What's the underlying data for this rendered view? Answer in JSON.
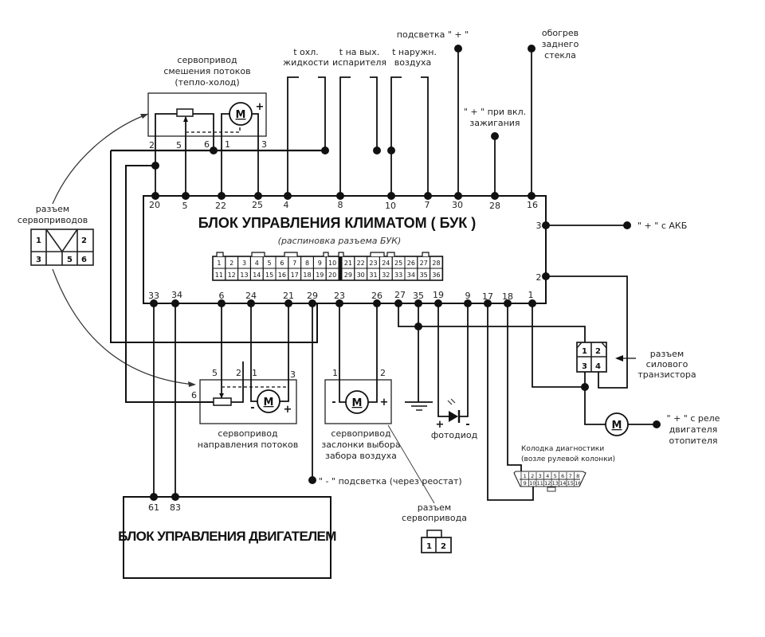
{
  "diagram": {
    "climate_unit": {
      "title": "БЛОК УПРАВЛЕНИЯ КЛИМАТОМ  ( БУК )",
      "subtitle": "(распиновка разъема БУК)",
      "top_pins": [
        "20",
        "5",
        "22",
        "25",
        "4",
        "8",
        "10",
        "7",
        "30",
        "28",
        "16"
      ],
      "right_pins": [
        "3",
        "2"
      ],
      "bottom_pins": [
        "33",
        "34",
        "6",
        "24",
        "21",
        "29",
        "23",
        "26",
        "27",
        "35",
        "19",
        "9",
        "17",
        "18",
        "1"
      ],
      "connector_row1": [
        "1",
        "2",
        "3",
        "4",
        "5",
        "6",
        "7",
        "8",
        "9",
        "10",
        "21",
        "22",
        "23",
        "24",
        "25",
        "26",
        "27",
        "28"
      ],
      "connector_row2": [
        "11",
        "12",
        "13",
        "14",
        "15",
        "16",
        "17",
        "18",
        "19",
        "20",
        "29",
        "30",
        "31",
        "32",
        "33",
        "34",
        "35",
        "36"
      ]
    },
    "mix_servo": {
      "label_lines": [
        "сервопривод",
        "смешения потоков",
        "(тепло-холод)"
      ],
      "pins": [
        "2",
        "5",
        "6",
        "1",
        "3"
      ],
      "motor": "М",
      "plus": "+"
    },
    "sensors": [
      {
        "lines": [
          "t охл.",
          "жидкости"
        ]
      },
      {
        "lines": [
          "t на вых.",
          "испарителя"
        ]
      },
      {
        "lines": [
          "t наружн.",
          "воздуха"
        ]
      }
    ],
    "backlight_plus": "подсветка \" + \"",
    "ignition_plus": [
      "\" + \" при вкл.",
      "зажигания"
    ],
    "rear_defrost": [
      "обогрев",
      "заднего",
      "стекла"
    ],
    "battery_plus": "\" + \" с АКБ",
    "servo_connector": {
      "label_lines": [
        "разъем",
        "сервоприводов"
      ],
      "pins": [
        "1",
        "2",
        "3",
        "5",
        "6"
      ]
    },
    "direction_servo": {
      "label_lines": [
        "сервопривод",
        "направления потоков"
      ],
      "pins": [
        "5",
        "2",
        "1",
        "3",
        "6"
      ],
      "motor": "М",
      "minus": "-",
      "plus": "+"
    },
    "intake_servo": {
      "label_lines": [
        "сервопривод",
        "заслонки выбора",
        "забора воздуха"
      ],
      "pins": [
        "1",
        "2"
      ],
      "motor": "М",
      "minus": "-",
      "plus": "+"
    },
    "photodiode": {
      "label": "фотодиод",
      "plus": "+",
      "minus": "-"
    },
    "backlight_minus": "\" - \" подсветка (через реостат)",
    "servo_plug": {
      "label_lines": [
        "разъем",
        "сервопривода"
      ],
      "pins": [
        "1",
        "2"
      ]
    },
    "transistor_connector": {
      "label_lines": [
        "разъем",
        "силового",
        "транзистора"
      ],
      "pins": [
        "1",
        "2",
        "3",
        "4"
      ]
    },
    "heater_motor": {
      "motor": "М",
      "label_lines": [
        "\" + \" с реле",
        "двигателя",
        "отопителя"
      ]
    },
    "diag_connector": {
      "label_lines": [
        "Колодка диагностики",
        "(возле рулевой колонки)"
      ],
      "row1": [
        "1",
        "2",
        "3",
        "4",
        "5",
        "6",
        "7",
        "8"
      ],
      "row2": [
        "9",
        "10",
        "11",
        "12",
        "13",
        "14",
        "15",
        "16"
      ]
    },
    "engine_unit": {
      "title": "БЛОК УПРАВЛЕНИЯ ДВИГАТЕЛЕМ",
      "pins": [
        "61",
        "83"
      ]
    }
  }
}
